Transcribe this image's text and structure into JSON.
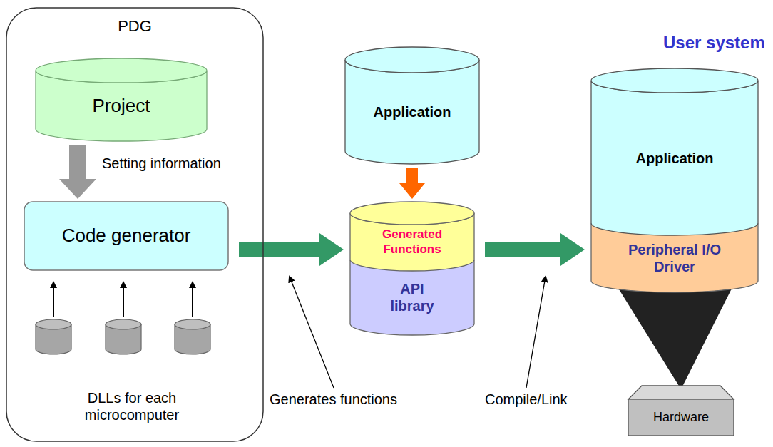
{
  "diagram": {
    "nodes": [
      {
        "text": [
          "PDG"
        ]
      },
      {
        "text": [
          "Project"
        ],
        "in": 0
      },
      {
        "text": [
          "Code generator"
        ],
        "in": 0
      },
      {
        "text": [
          "Application"
        ]
      },
      {
        "text": [
          "Generated Functions"
        ]
      },
      {
        "text": [
          "API library"
        ]
      },
      {
        "text": [
          "Application"
        ]
      },
      {
        "text": [
          "Peripheral I/O Driver"
        ]
      },
      {
        "text": [
          "Hardware"
        ]
      }
    ],
    "edges": [
      {
        "from": 1,
        "to": 2,
        "arrow": "to",
        "label": "Setting information"
      },
      {
        "from": 2,
        "to": 4,
        "arrow": "to"
      },
      {
        "from": 3,
        "to": 4,
        "arrow": "to"
      },
      {
        "from": 4,
        "to": 7,
        "arrow": "to"
      },
      {
        "from": 7,
        "to": 8,
        "arrow": "none"
      }
    ],
    "labels": [
      "DLLs for each microcomputer",
      "Generates functions",
      "Compile/Link",
      "User system"
    ]
  }
}
